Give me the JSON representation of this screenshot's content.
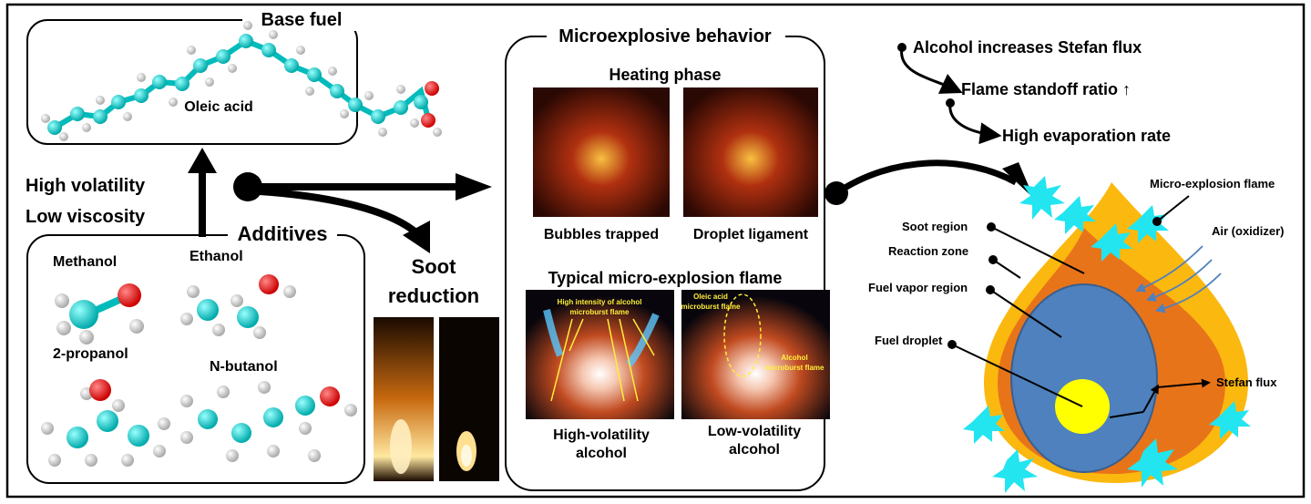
{
  "base_fuel": {
    "title": "Base fuel",
    "molecule": "Oleic acid"
  },
  "properties": {
    "line1": "High volatility",
    "line2": "Low viscosity"
  },
  "additives": {
    "title": "Additives",
    "items": [
      "Methanol",
      "Ethanol",
      "2-propanol",
      "N-butanol"
    ]
  },
  "soot": {
    "line1": "Soot",
    "line2": "reduction"
  },
  "microexplosive": {
    "title": "Microexplosive behavior",
    "heating_phase": "Heating phase",
    "photo1": "Bubbles trapped",
    "photo2": "Droplet ligament",
    "typical": "Typical micro-explosion flame",
    "flame1_annotation": [
      "High intensity of alcohol",
      "microburst flame"
    ],
    "flame2_annotation_a": [
      "Oleic acid",
      "microburst flame"
    ],
    "flame2_annotation_b": [
      "Alcohol",
      "microburst flame"
    ],
    "caption1": [
      "High-volatility",
      "alcohol"
    ],
    "caption2": [
      "Low-volatility",
      "alcohol"
    ]
  },
  "chain": [
    "Alcohol increases Stefan flux",
    "Flame standoff ratio ↑",
    "High evaporation rate"
  ],
  "flame_diagram": {
    "labels": {
      "micro_explosion": "Micro-explosion flame",
      "air": "Air (oxidizer)",
      "soot_region": "Soot region",
      "reaction_zone": "Reaction zone",
      "fuel_vapor": "Fuel vapor region",
      "fuel_droplet": "Fuel droplet",
      "stefan_flux": "Stefan flux"
    },
    "colors": {
      "outer": "#fbb80f",
      "middle": "#e8741a",
      "vapor": "#4e81bd",
      "droplet": "#ffff00",
      "spark": "#22e5f0"
    }
  }
}
